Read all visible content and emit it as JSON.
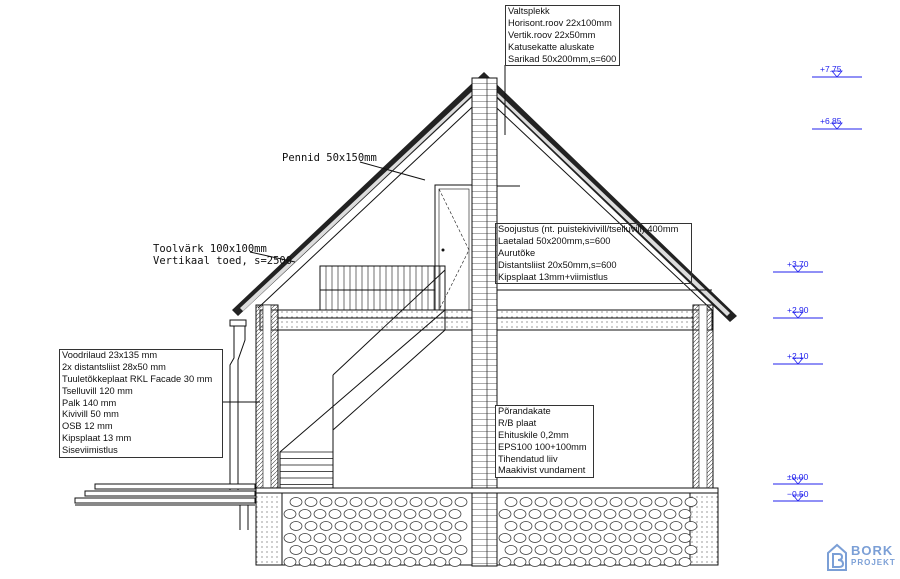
{
  "notes": {
    "roof": [
      "Valtsplekk",
      "Horisont.roov 22x100mm",
      "Vertik.roov 22x50mm",
      "Katusekatte aluskate",
      "Sarikad 50x200mm,s=600"
    ],
    "ceiling": [
      "Soojustus (nt. puistekivivill/tselluvill) 400mm",
      "Laetalad 50x200mm,s=600",
      "Aurutõke",
      "Distantsliist 20x50mm,s=600",
      "Kipsplaat 13mm+viimistlus"
    ],
    "wall": [
      "Voodrilaud 23x135 mm",
      "2x distantsliist  28x50 mm",
      "Tuuletõkkeplaat RKL Facade 30 mm",
      "Tselluvill 120 mm",
      "Palk 140 mm",
      "Kivivill 50 mm",
      "OSB 12 mm",
      "Kipsplaat 13 mm",
      "Siseviimistlus"
    ],
    "floor": [
      "Põrandakate",
      "R/B plaat",
      "Ehituskile 0,2mm",
      "EPS100 100+100mm",
      "Tihendatud liiv",
      "Maakivist vundament"
    ]
  },
  "labels": {
    "rafters": "Pennid 50x150mm",
    "frame_1": "Toolvärk 100x100mm",
    "frame_2": "Vertikaal toed, s=2500"
  },
  "levels": [
    "+7.75",
    "+6.85",
    "+3.70",
    "+2.90",
    "+2.10",
    "±0.00",
    "−0.50"
  ],
  "logo": {
    "line1": "BORK",
    "line2": "PROJEKT"
  },
  "colors": {
    "level": "#2222ee",
    "line": "#111111",
    "logo": "#7b9fd6"
  }
}
